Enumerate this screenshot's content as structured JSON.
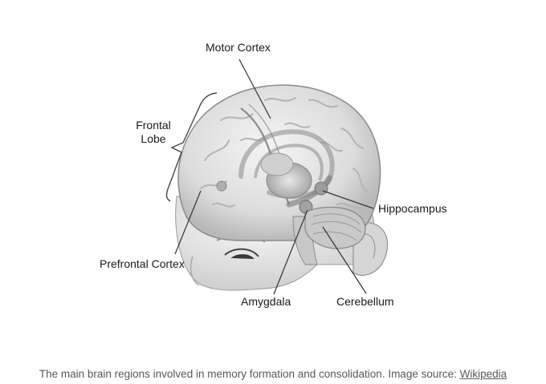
{
  "figure": {
    "labels": {
      "motor_cortex": "Motor Cortex",
      "frontal_lobe_line1": "Frontal",
      "frontal_lobe_line2": "Lobe",
      "prefrontal_cortex": "Prefrontal Cortex",
      "hippocampus": "Hippocampus",
      "amygdala": "Amygdala",
      "cerebellum": "Cerebellum"
    }
  },
  "caption": {
    "text": "The main brain regions involved in memory formation and consolidation. Image source: ",
    "link_text": "Wikipedia"
  }
}
